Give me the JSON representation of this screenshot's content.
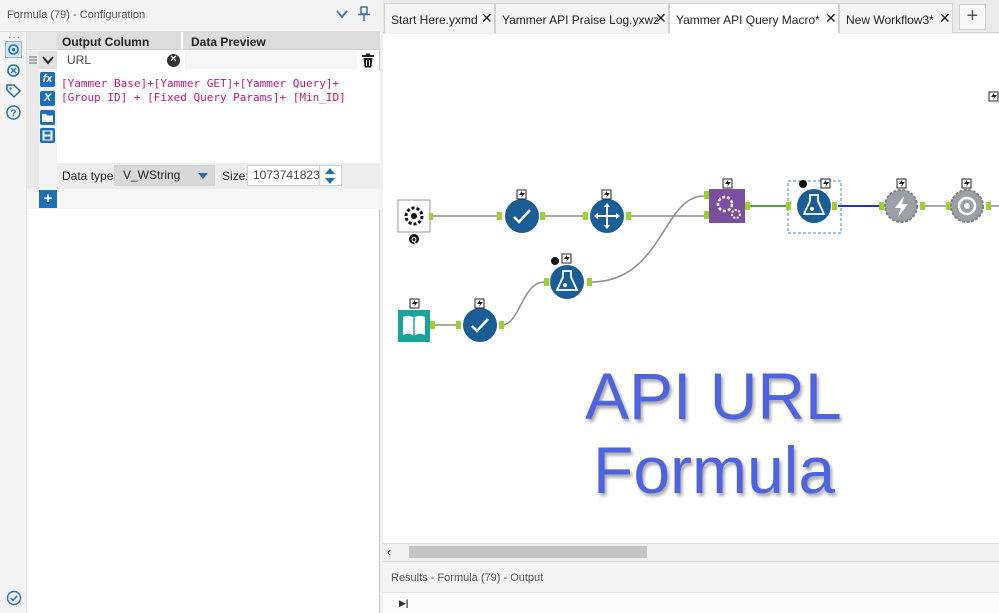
{
  "config_panel": {
    "title": "Formula (79) - Configuration",
    "grid": {
      "col_output": "Output Column",
      "col_preview": "Data Preview"
    },
    "row": {
      "field_value": "URL",
      "expression_lines": [
        "[Yammer Base]+[Yammer GET]+[Yammer Query]+",
        "[Group ID] + [Fixed Query Params]+ [Min_ID]"
      ],
      "tool_buttons": [
        "fx",
        "X"
      ],
      "datatype_label": "Data type:",
      "datatype_value": "V_WString",
      "size_label": "Size:",
      "size_value": "1073741823"
    },
    "add_row_symbol": "+"
  },
  "tabs": [
    {
      "label": "Start Here.yxmd",
      "active": false
    },
    {
      "label": "Yammer API Praise Log.yxwz",
      "active": false
    },
    {
      "label": "Yammer API Query Macro*",
      "active": true
    },
    {
      "label": "New Workflow3*",
      "active": false
    }
  ],
  "tab_close_glyph": "✕",
  "tab_add_symbol": "+",
  "canvas": {
    "overlay_lines": [
      "API URL",
      "Formula"
    ],
    "tool_badge_q": "Q"
  },
  "results": {
    "title": "Results - Formula (79) - Output"
  },
  "colors": {
    "accent_blue": "#1f6fb8",
    "tool_navy": "#1b5e96",
    "tool_teal": "#1aa39a",
    "tool_purple": "#7a4f9e",
    "connector_green": "#9bd12a",
    "overlay_text": "#4d63e0",
    "expression_text": "#c0147a"
  },
  "icons": {
    "collapse": "chevron-down-icon",
    "pin": "pin-icon",
    "settings": "gear-icon",
    "annotation": "annotation-icon",
    "tag": "tag-icon",
    "help": "help-icon",
    "delete": "trash-icon",
    "check": "check-circle-icon"
  }
}
